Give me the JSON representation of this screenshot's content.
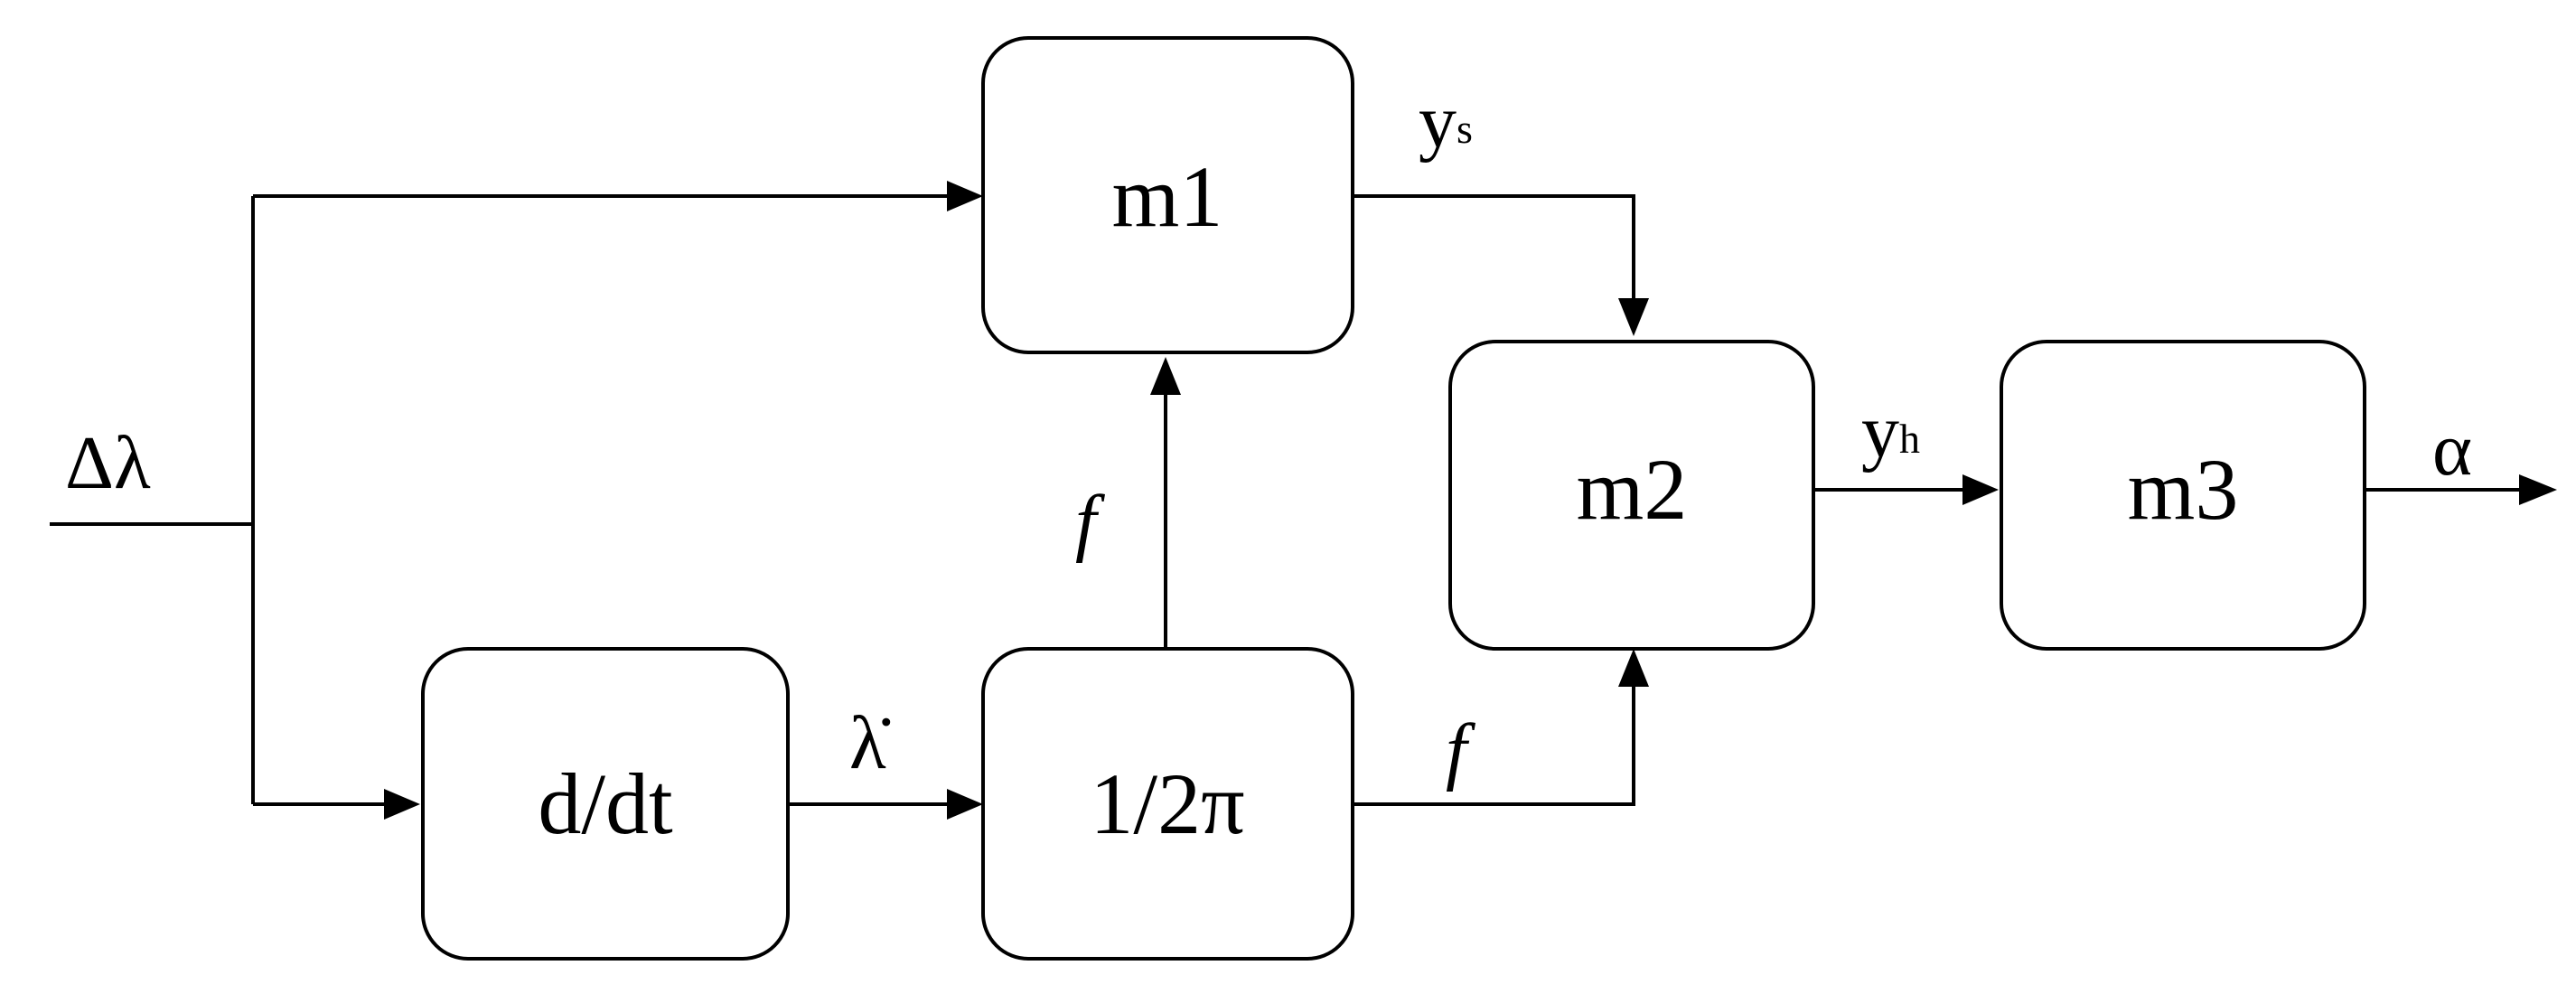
{
  "blocks": {
    "m1": "m1",
    "m2": "m2",
    "m3": "m3",
    "ddt": "d/dt",
    "inv2pi": "1/2π"
  },
  "signals": {
    "input": "Δλ",
    "lambda_dot": "λ̇",
    "f_up": "f",
    "f_right": "f",
    "ys_base": "y",
    "ys_sub": "s",
    "yh_base": "y",
    "yh_sub": "h",
    "output": "α"
  }
}
